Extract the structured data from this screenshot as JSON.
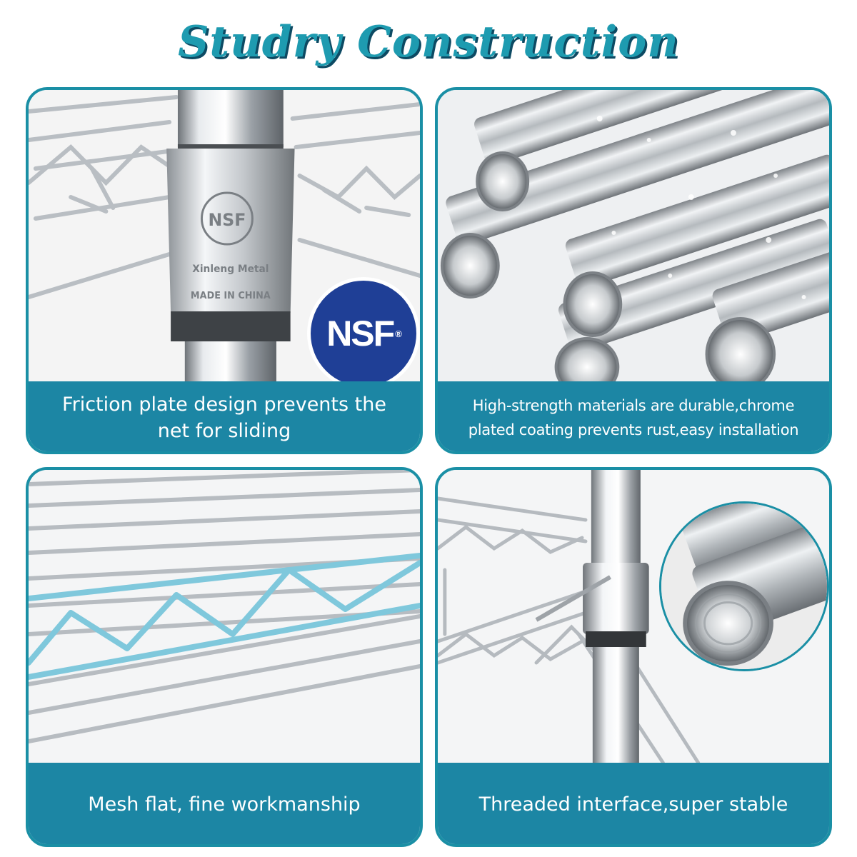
{
  "header": {
    "title": "Studry Construction"
  },
  "panels": [
    {
      "caption_lines": [
        "Friction plate design prevents the",
        "net for sliding"
      ],
      "badge": "NSF",
      "badge_mark": "®",
      "stamp": {
        "logo": "NSF",
        "maker": "Xinleng Metal",
        "origin": "MADE IN CHINA"
      }
    },
    {
      "caption_lines": [
        "High-strength materials are durable,chrome",
        "plated coating prevents rust,easy installation"
      ]
    },
    {
      "caption_lines": [
        "Mesh flat, fine workmanship"
      ]
    },
    {
      "caption_lines": [
        "Threaded interface,super stable"
      ]
    }
  ],
  "colors": {
    "accent": "#1a8fa5",
    "caption_bg": "#1c86a4",
    "title": "#1e9bb0",
    "badge": "#1f3f96"
  }
}
